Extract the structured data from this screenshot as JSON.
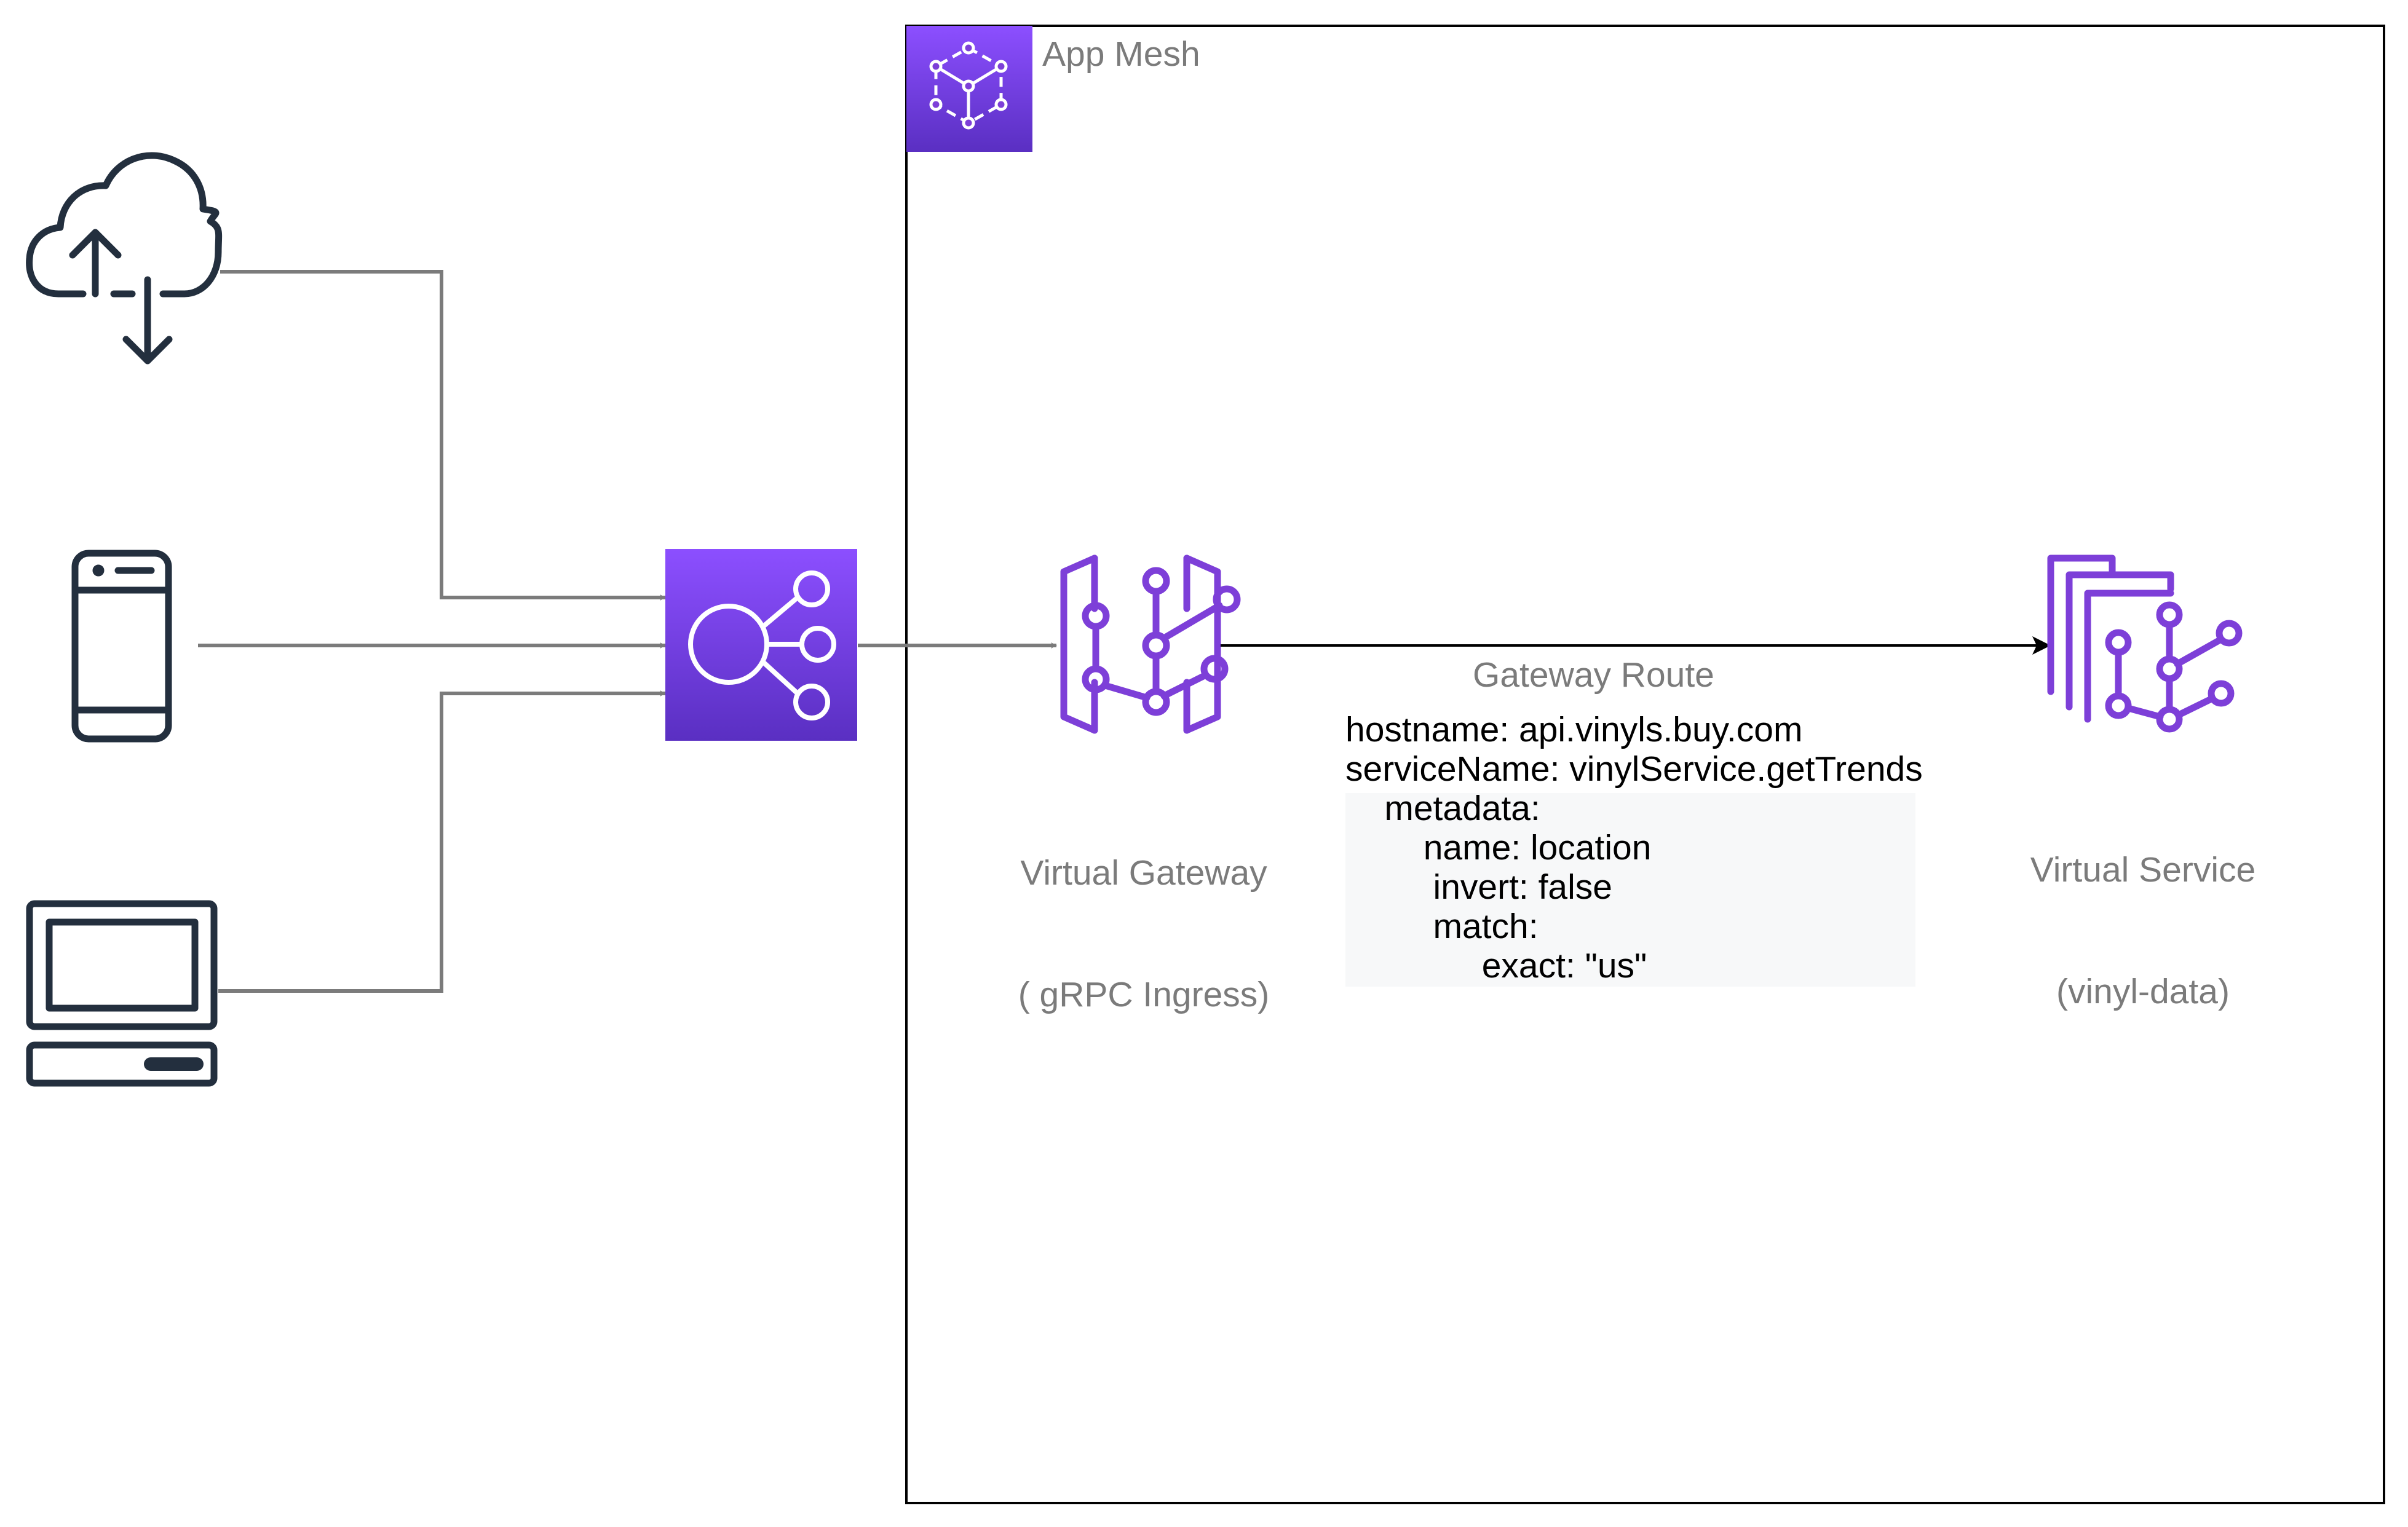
{
  "app_mesh": {
    "title": "App Mesh",
    "icon": "app-mesh-icon"
  },
  "clients": [
    {
      "name": "cloud-upload-download-icon"
    },
    {
      "name": "mobile-phone-icon"
    },
    {
      "name": "desktop-client-icon"
    }
  ],
  "load_balancer": {
    "icon": "elastic-load-balancer-icon"
  },
  "virtual_gateway": {
    "line1": "Virtual Gateway",
    "line2": "( gRPC Ingress)",
    "icon": "virtual-gateway-icon"
  },
  "gateway_route": {
    "label": "Gateway Route",
    "lines": [
      "hostname: api.vinyls.buy.com",
      "serviceName: vinylService.getTrends",
      "    metadata:",
      "        name: location",
      "         invert: false",
      "         match:",
      "              exact: \"us\""
    ]
  },
  "virtual_service": {
    "line1": "Virtual Service",
    "line2": "(vinyl-data)",
    "icon": "virtual-service-icon"
  },
  "colors": {
    "purple": "#7d3fd8",
    "purple_dark": "#5a2fc2",
    "line_gray": "#7b7b7b",
    "icon_dark": "#232f3e",
    "label_gray": "#7b7b7b",
    "code_bg": "#f7f8f9"
  }
}
